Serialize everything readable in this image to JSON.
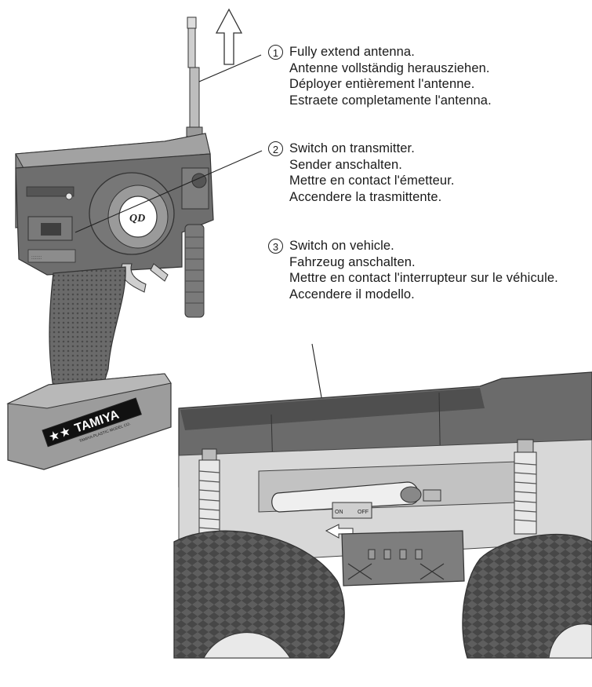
{
  "instructions": [
    {
      "number": "1",
      "lines": [
        "Fully extend antenna.",
        "Antenne vollständig herausziehen.",
        "Déployer entièrement l'antenne.",
        "Estraete completamente l'antenna."
      ]
    },
    {
      "number": "2",
      "lines": [
        "Switch on transmitter.",
        "Sender anschalten.",
        "Mettre en contact l'émetteur.",
        "Accendere la trasmittente."
      ]
    },
    {
      "number": "3",
      "lines": [
        "Switch on vehicle.",
        "Fahrzeug anschalten.",
        "Mettre en contact l'interrupteur sur le véhicule.",
        "Accendere il modello."
      ]
    }
  ],
  "transmitter": {
    "brand": "TAMIYA",
    "brand_sub": "TAMIYA PLASTIC MODEL CO.",
    "dial_logo": "QD"
  },
  "switch": {
    "on_label": "ON",
    "off_label": "OFF"
  }
}
